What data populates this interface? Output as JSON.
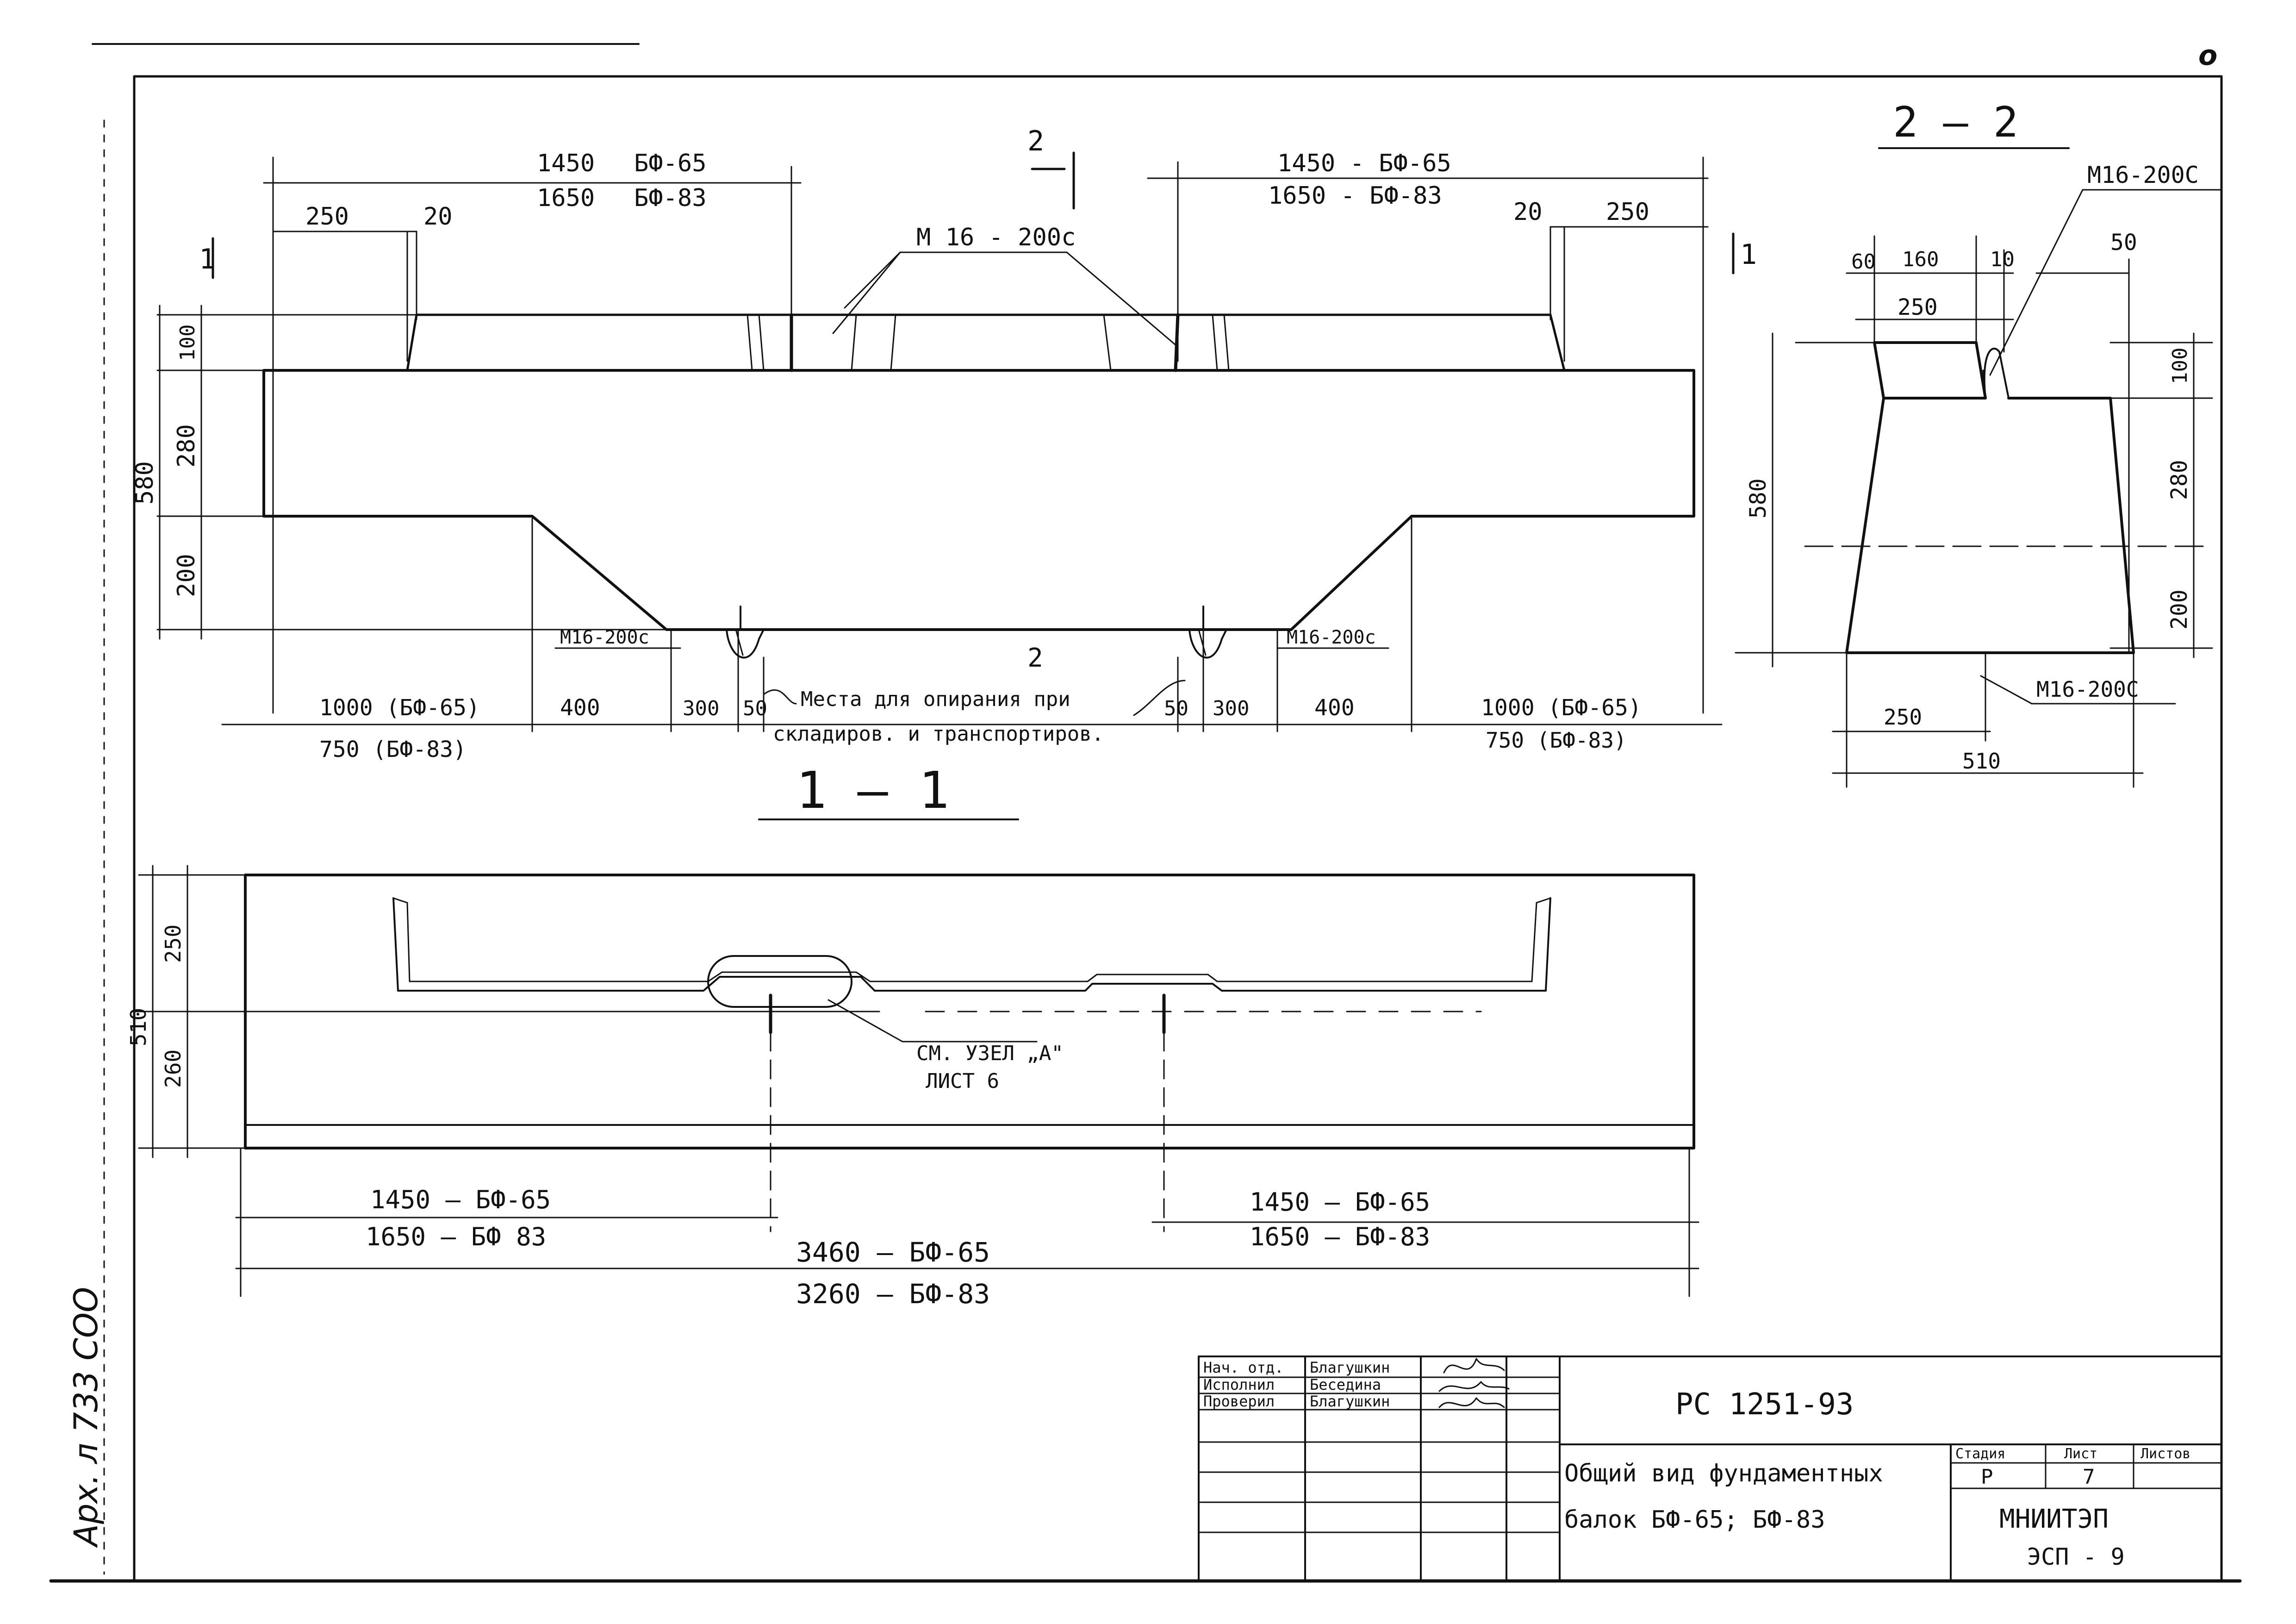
{
  "corner_mark": "о",
  "stamp_left": "Арх. л 733 СОО",
  "section_11": {
    "label": "1 — 1",
    "cut_marks": {
      "left": "1",
      "right": "1"
    },
    "cut2_mark": "2",
    "top_left": {
      "dim1": "1450",
      "note1": "БФ-65",
      "dim2": "1650",
      "note2": "БФ-83"
    },
    "top_right": {
      "line1": "1450 - БФ-65",
      "line2": "1650 - БФ-83"
    },
    "dim_250_left": "250",
    "dim_20_left": "20",
    "dim_20_right": "20",
    "dim_250_right": "250",
    "rebar_top": "М 16 - 200с",
    "rebar_bottom_left": "М16-200с",
    "rebar_bottom_right": "М16-200с",
    "arrow_mark": "2",
    "vert_580": "580",
    "vert_100": "100",
    "vert_280": "280",
    "vert_200": "200",
    "bottom": {
      "left_1000": "1000 (БФ-65)",
      "left_750": "750 (БФ-83)",
      "d400_l": "400",
      "d300_l": "300",
      "d50_l": "50",
      "note1": "Места для опирания при",
      "note2": "складиров. и транспортиров.",
      "d50_r": "50",
      "d300_r": "300",
      "d400_r": "400",
      "right_1000": "1000 (БФ-65)",
      "right_750": "750 (БФ-83)"
    }
  },
  "section_22": {
    "label": "2 — 2",
    "rebar_top": "М16-200С",
    "rebar_bottom": "М16-200С",
    "d60": "60",
    "d160": "160",
    "d10": "10",
    "d50": "50",
    "d250": "250",
    "v100": "100",
    "v280": "280",
    "v200": "200",
    "v580": "580",
    "d250b": "250",
    "d510": "510"
  },
  "plan": {
    "v250": "250",
    "v260": "260",
    "v510": "510",
    "node_ref1": "СМ. УЗЕЛ „А\"",
    "node_ref2": "ЛИСТ 6",
    "left_line1": "1450 — БФ-65",
    "left_line2": "1650 — БФ 83",
    "right_line1": "1450 — БФ-65",
    "right_line2": "1650 — БФ-83",
    "total1": "3460 — БФ-65",
    "total2": "3260 — БФ-83"
  },
  "title_block": {
    "roles": [
      {
        "role": "Нач. отд.",
        "name": "Благушкин"
      },
      {
        "role": "Исполнил",
        "name": "Беседина"
      },
      {
        "role": "Проверил",
        "name": "Благушкин"
      }
    ],
    "code": "РС 1251-93",
    "title1": "Общий вид фундаментных",
    "title2": "балок БФ-65; БФ-83",
    "h_stage": "Стадия",
    "h_sheet": "Лист",
    "h_sheets": "Листов",
    "v_stage": "Р",
    "v_sheet": "7",
    "org1": "МНИИТЭП",
    "org2": "ЭСП - 9"
  }
}
